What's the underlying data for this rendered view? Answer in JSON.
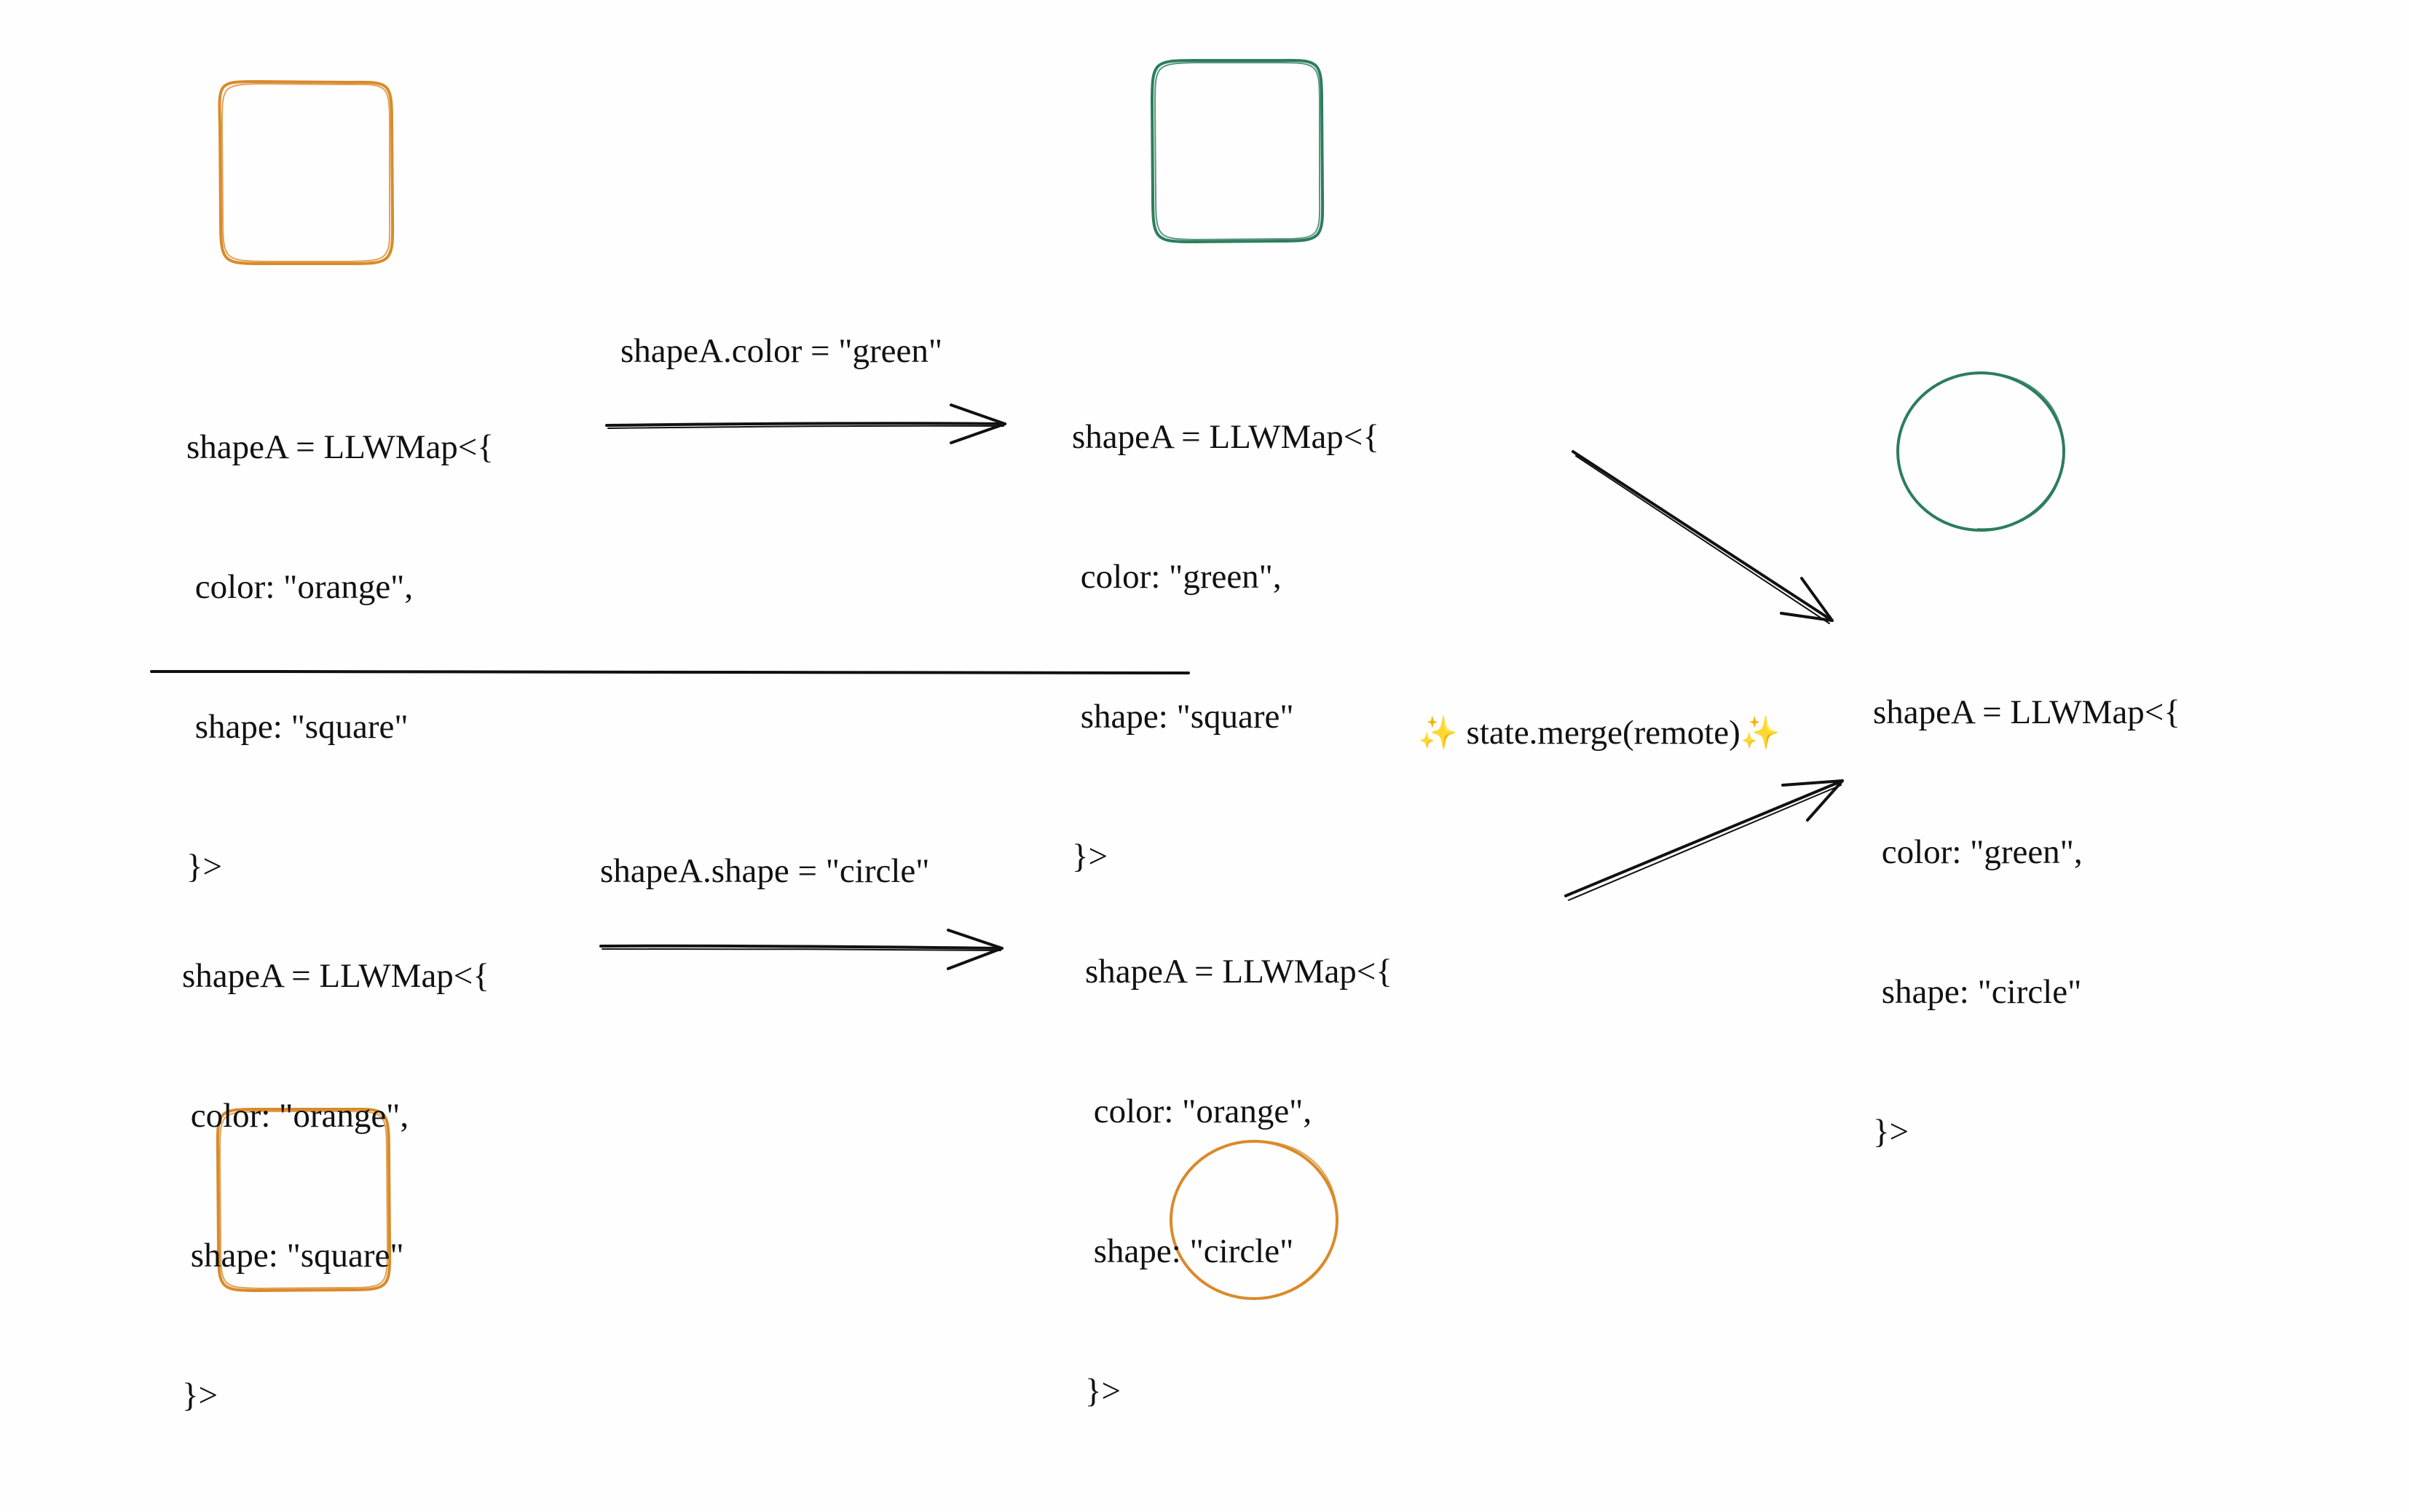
{
  "colors": {
    "orange": "#d98a2b",
    "green": "#2d7d5c",
    "ink": "#111111"
  },
  "states": {
    "a1": {
      "lines": [
        "shapeA = LLWMap<{",
        " color: \"orange\",",
        " shape: \"square\"",
        "}>"
      ]
    },
    "a2": {
      "lines": [
        "shapeA = LLWMap<{",
        " color: \"green\",",
        " shape: \"square\"",
        "}>"
      ]
    },
    "b1": {
      "lines": [
        "shapeA = LLWMap<{",
        " color: \"orange\",",
        " shape: \"square\"",
        "}>"
      ]
    },
    "b2": {
      "lines": [
        "shapeA = LLWMap<{",
        " color: \"orange\",",
        " shape: \"circle\"",
        "}>"
      ]
    },
    "merged": {
      "lines": [
        "shapeA = LLWMap<{",
        " color: \"green\",",
        " shape: \"circle\"",
        "}>"
      ]
    }
  },
  "operations": {
    "top": "shapeA.color = \"green\"",
    "bottom": "shapeA.shape = \"circle\""
  },
  "merge": {
    "sparkle": "✨",
    "text": " state.merge(remote)"
  },
  "shapes": {
    "a1": {
      "kind": "square",
      "color": "orange"
    },
    "a2": {
      "kind": "square",
      "color": "green"
    },
    "b1": {
      "kind": "square",
      "color": "orange"
    },
    "b2": {
      "kind": "circle",
      "color": "orange"
    },
    "merged": {
      "kind": "circle",
      "color": "green"
    }
  }
}
